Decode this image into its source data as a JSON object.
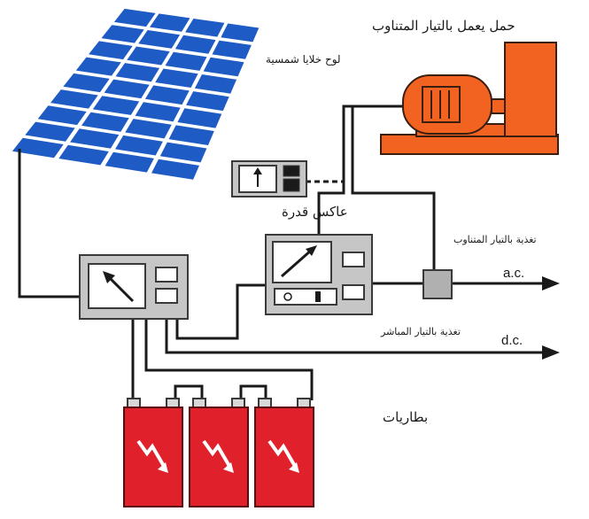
{
  "labels": {
    "ac_load": "حمل يعمل بالتيار المتناوب",
    "solar_panel": "لوح خلايا شمسية",
    "inverter": "عاكس قدرة",
    "ac_supply": "تغذية بالتيار المتناوب",
    "ac": "a.c.",
    "dc_supply": "تغذية بالتيار المباشر",
    "dc": "d.c.",
    "batteries": "بطاريات"
  },
  "colors": {
    "panel_cell": "#1f5bc4",
    "panel_gap": "#ffffff",
    "motor": "#f26322",
    "battery": "#e0202a",
    "box_fill": "#c6c6c6",
    "box_border": "#3a3a3a",
    "wire": "#1a1a1a"
  },
  "icons": {
    "controller": "gauge-needle-icon",
    "inverter": "gauge-needle-icon",
    "meter": "arrow-up-icon",
    "battery": "lightning-bolt-icon"
  },
  "battery_count": 3
}
